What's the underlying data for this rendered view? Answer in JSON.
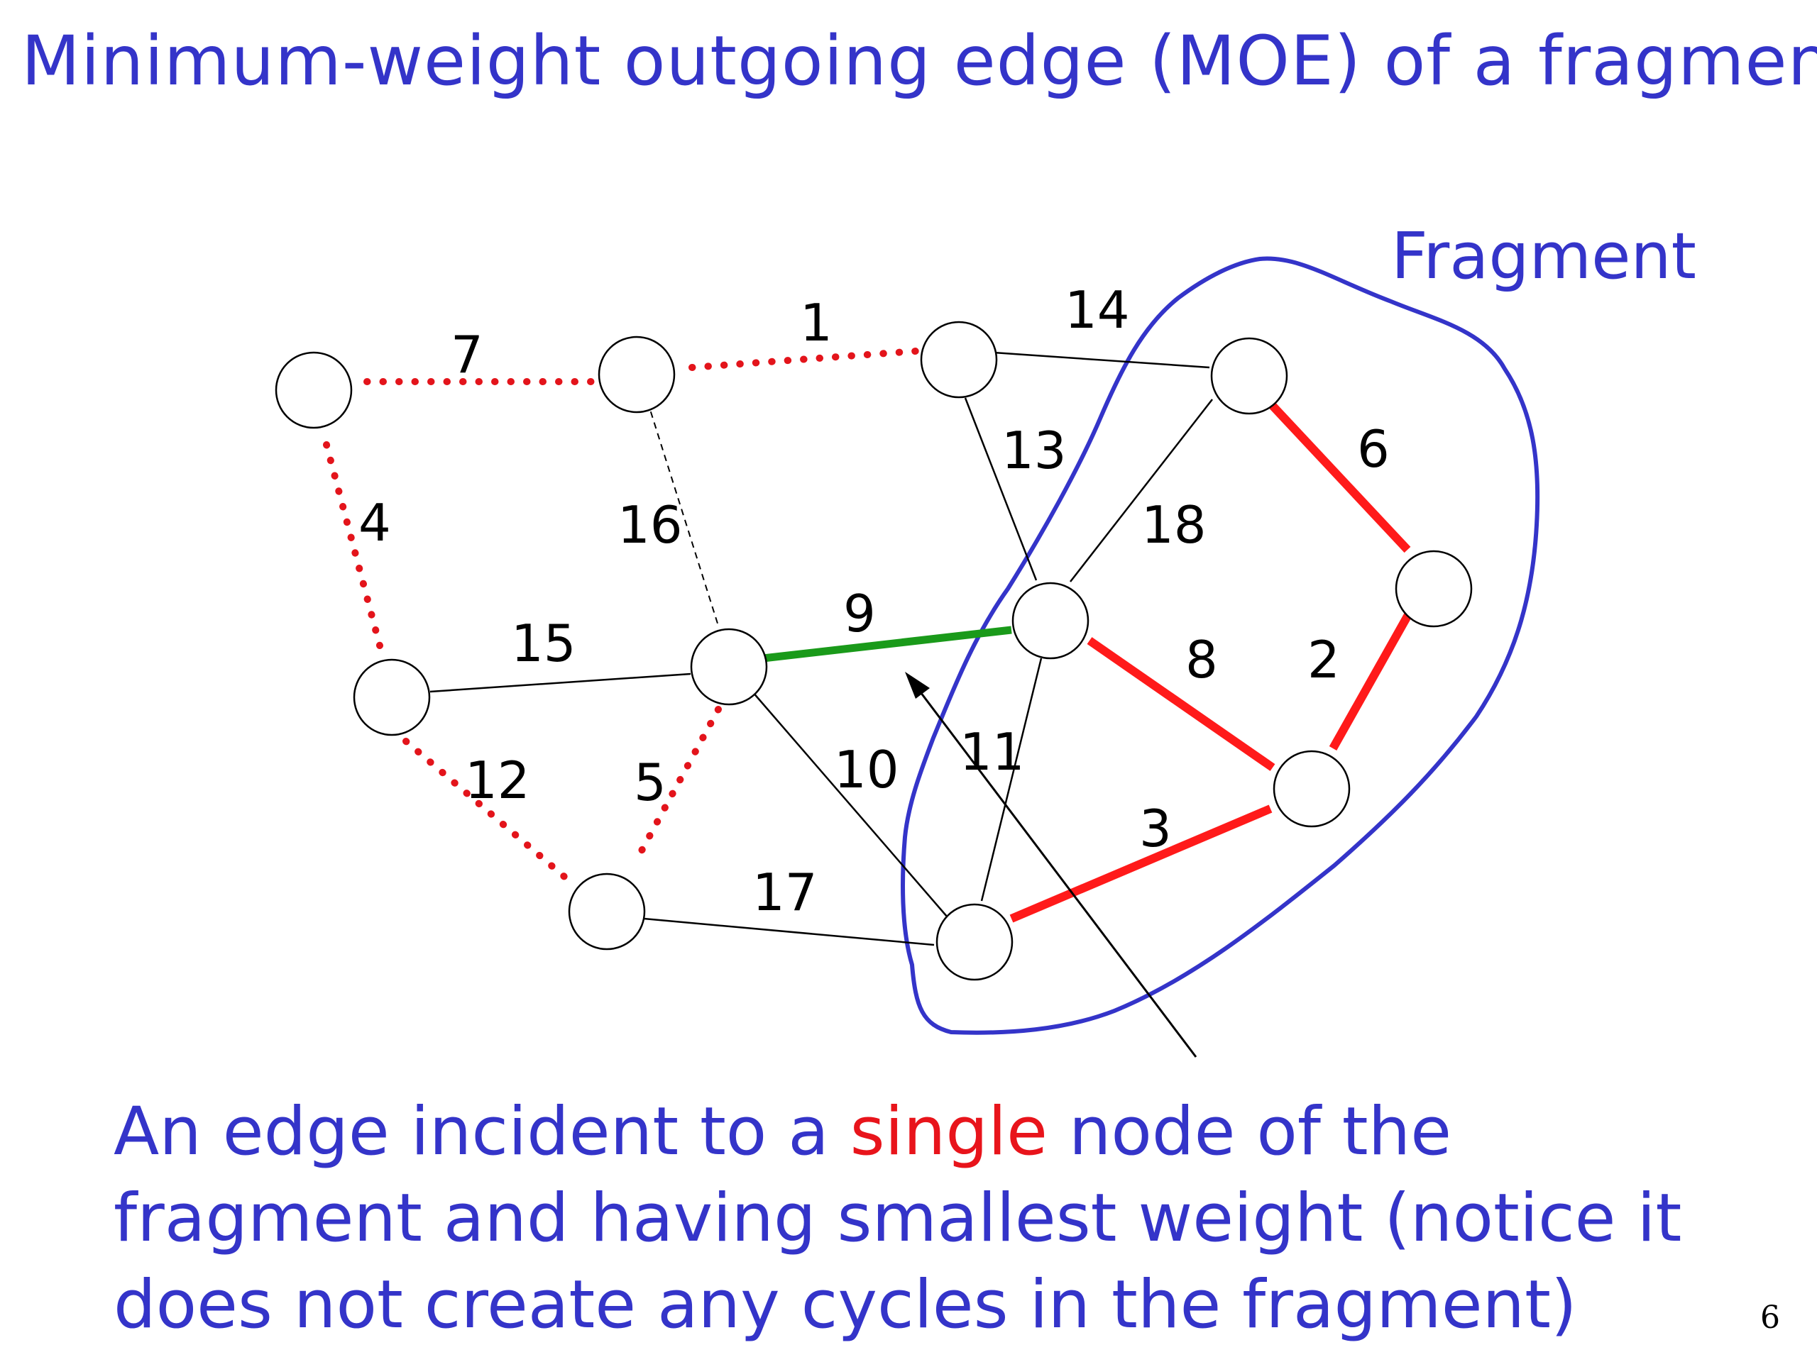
{
  "title": "Minimum-weight outgoing edge (MOE) of a fragment",
  "fragment_label": "Fragment",
  "caption": {
    "part1": "An edge incident to a ",
    "highlight": "single",
    "part2": " node of the fragment and having smallest weight (notice it does not create any cycles in the fragment)"
  },
  "page_number": "6",
  "colors": {
    "text_blue": "#3434c9",
    "highlight_red": "#e8141b",
    "fragment_edge": "#ff1a1a",
    "moe_edge": "#1a9a1a",
    "dotted_edge": "#e3141b",
    "plain_edge": "#000000"
  },
  "edge_weights": {
    "e1": "1",
    "e2": "2",
    "e3": "3",
    "e4": "4",
    "e5": "5",
    "e6": "6",
    "e7": "7",
    "e8": "8",
    "e9": "9",
    "e10": "10",
    "e11": "11",
    "e12": "12",
    "e13": "13",
    "e14": "14",
    "e15": "15",
    "e16": "16",
    "e17": "17",
    "e18": "18"
  }
}
